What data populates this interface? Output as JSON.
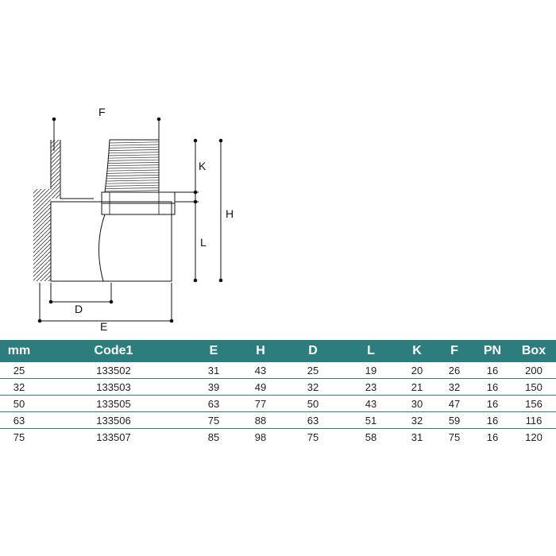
{
  "drawing": {
    "labels": {
      "F": "F",
      "K": "K",
      "H": "H",
      "L": "L",
      "D": "D",
      "E": "E"
    }
  },
  "table": {
    "header_color": "#2e7d7d",
    "columns": [
      "mm",
      "Code1",
      "E",
      "H",
      "D",
      "L",
      "K",
      "F",
      "PN",
      "Box"
    ],
    "rows": [
      [
        "25",
        "133502",
        "31",
        "43",
        "25",
        "19",
        "20",
        "26",
        "16",
        "200"
      ],
      [
        "32",
        "133503",
        "39",
        "49",
        "32",
        "23",
        "21",
        "32",
        "16",
        "150"
      ],
      [
        "50",
        "133505",
        "63",
        "77",
        "50",
        "43",
        "30",
        "47",
        "16",
        "156"
      ],
      [
        "63",
        "133506",
        "75",
        "88",
        "63",
        "51",
        "32",
        "59",
        "16",
        "116"
      ],
      [
        "75",
        "133507",
        "85",
        "98",
        "75",
        "58",
        "31",
        "75",
        "16",
        "120"
      ]
    ]
  }
}
